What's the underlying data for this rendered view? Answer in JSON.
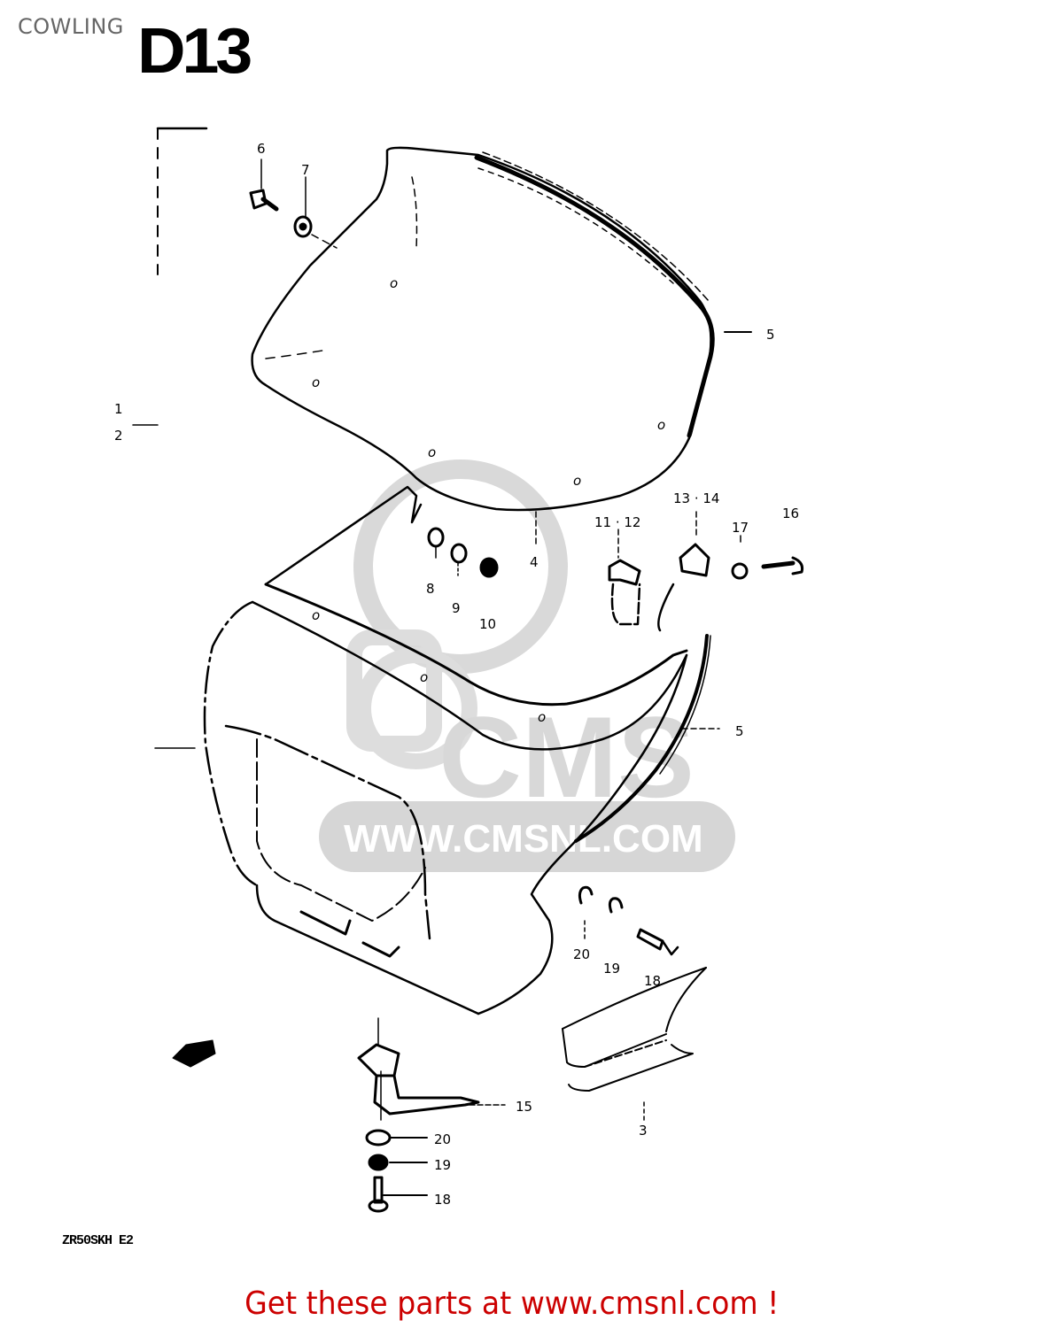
{
  "header": {
    "section_title": "COWLING",
    "diagram_code": "D13"
  },
  "watermark": {
    "logo_text": "CMS",
    "url_text": "WWW.CMSNL.COM"
  },
  "callouts": [
    {
      "id": "c1",
      "label": "1"
    },
    {
      "id": "c2",
      "label": "2"
    },
    {
      "id": "c3",
      "label": "3"
    },
    {
      "id": "c4",
      "label": "4"
    },
    {
      "id": "c5a",
      "label": "5"
    },
    {
      "id": "c5b",
      "label": "5"
    },
    {
      "id": "c6",
      "label": "6"
    },
    {
      "id": "c7",
      "label": "7"
    },
    {
      "id": "c8",
      "label": "8"
    },
    {
      "id": "c9",
      "label": "9"
    },
    {
      "id": "c10",
      "label": "10"
    },
    {
      "id": "c11_12",
      "label": "11 · 12"
    },
    {
      "id": "c13_14",
      "label": "13 · 14"
    },
    {
      "id": "c15",
      "label": "15"
    },
    {
      "id": "c16",
      "label": "16"
    },
    {
      "id": "c17",
      "label": "17"
    },
    {
      "id": "c18a",
      "label": "18"
    },
    {
      "id": "c19a",
      "label": "19"
    },
    {
      "id": "c20a",
      "label": "20"
    },
    {
      "id": "c18b",
      "label": "18"
    },
    {
      "id": "c19b",
      "label": "19"
    },
    {
      "id": "c20b",
      "label": "20"
    }
  ],
  "footer": {
    "model_code": "ZR50SKH E2",
    "cta_link": "Get these parts at www.cmsnl.com !"
  },
  "colors": {
    "cta": "#cc0000",
    "title": "#666666",
    "line": "#000000",
    "watermark": "#cccccc"
  }
}
